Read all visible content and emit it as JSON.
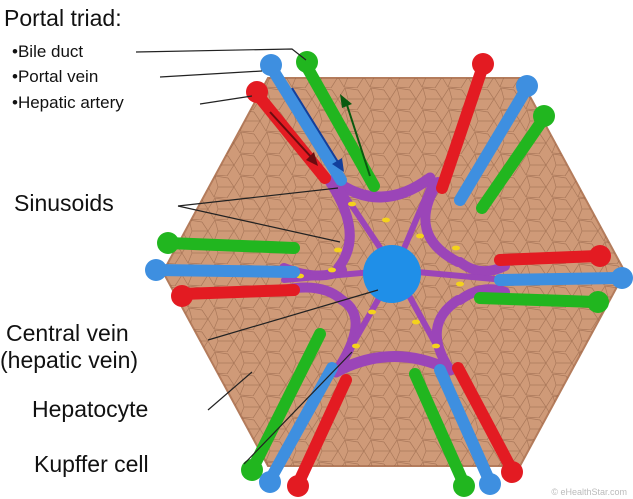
{
  "labels": {
    "portal_triad": "Portal triad:",
    "bile_duct": "•Bile duct",
    "portal_vein": "•Portal vein",
    "hepatic_artery": "•Hepatic artery",
    "sinusoids": "Sinusoids",
    "central_vein": "Central vein",
    "hepatic_vein": "(hepatic vein)",
    "hepatocyte": "Hepatocyte",
    "kupffer_cell": "Kupffer cell"
  },
  "credit": "© eHealthStar.com",
  "colors": {
    "lobule_fill": "#cf9a78",
    "lobule_edge": "#b47c5c",
    "cell_lines": "#8a5a40",
    "bile_duct": "#21b61f",
    "portal_vein": "#3e8fe0",
    "hepatic_artery": "#e31b22",
    "sinusoid": "#9b45b8",
    "central_vein": "#1f8fe8",
    "kupffer": "#f4d21c",
    "text": "#111111"
  }
}
